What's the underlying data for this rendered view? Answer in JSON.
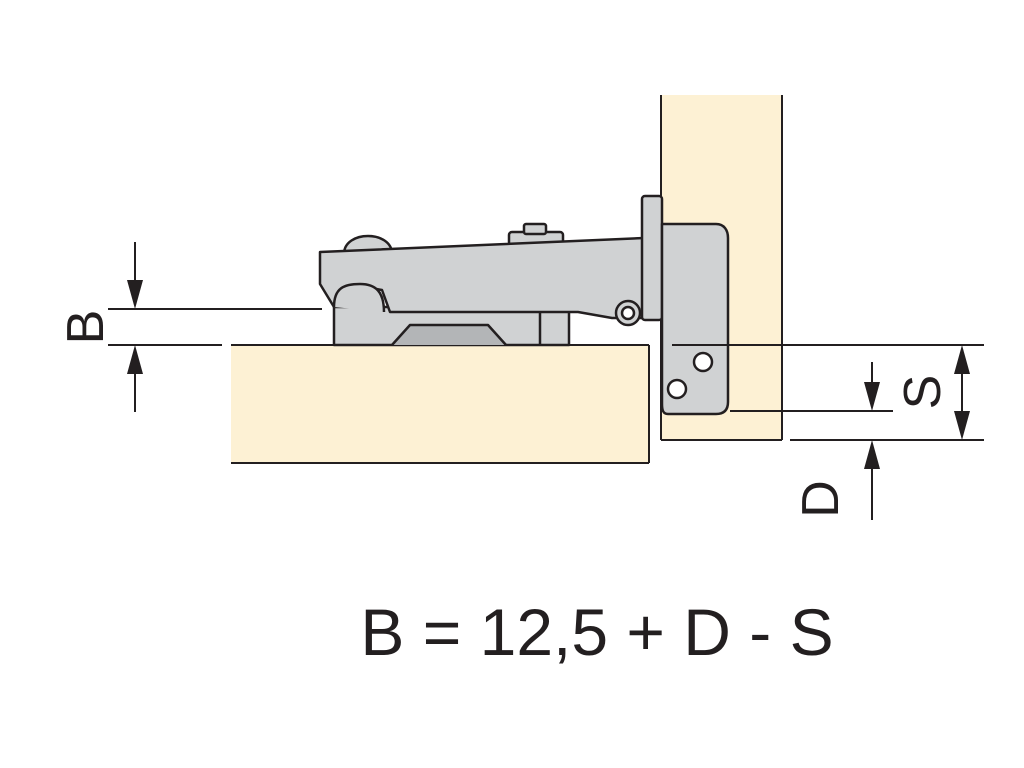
{
  "labels": {
    "b": "B",
    "s": "S",
    "d": "D"
  },
  "formula": "B = 12,5 + D - S",
  "colors": {
    "wood": "#fdf1d4",
    "metal": "#d0d2d3",
    "metal_shadow": "#b3b5b7",
    "outline": "#231f20",
    "text": "#231f20"
  }
}
